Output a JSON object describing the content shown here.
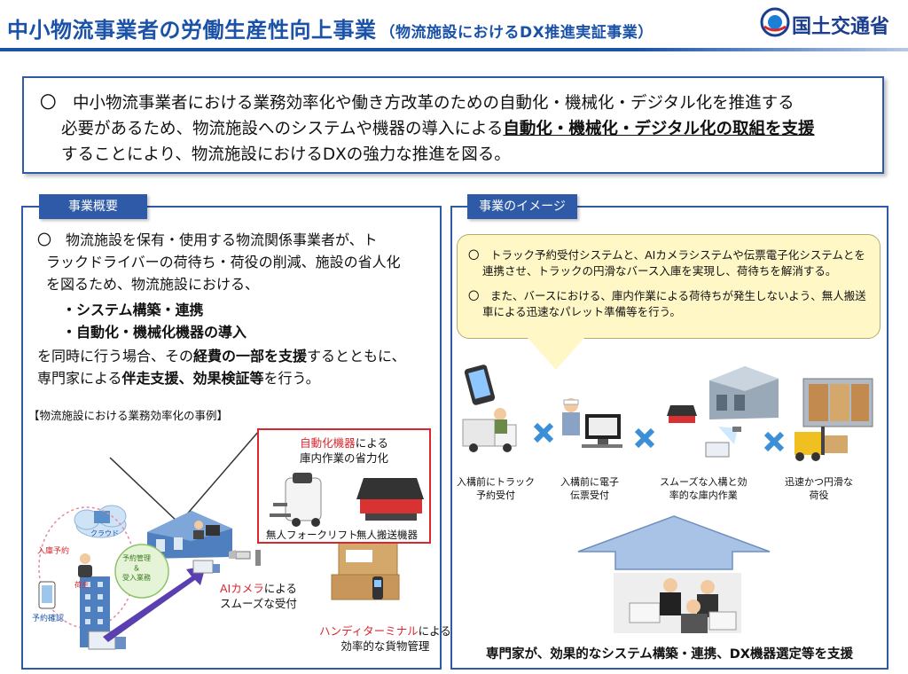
{
  "header": {
    "title": "中小物流事業者の労働生産性向上事業",
    "subtitle": "（物流施設におけるDX推進実証事業）",
    "ministry": "国土交通省"
  },
  "intro": {
    "line1": "〇　中小物流事業者における業務効率化や働き方改革のための自動化・機械化・デジタル化を推進する",
    "line2a": "必要があるため、物流施設へのシステムや機器の導入による",
    "line2b": "自動化・機械化・デジタル化の取組を支援",
    "line3": "することにより、物流施設におけるDXの強力な推進を図る。"
  },
  "overview": {
    "tag": "事業概要",
    "p1a": "〇　物流施設を保有・使用する物流関係事業者が、ト",
    "p1b": "ラックドライバーの荷待ち・荷役の削減、施設の省人化",
    "p1c": "を図るため、物流施設における、",
    "bullet1": "・システム構築・連携",
    "bullet2": "・自動化・機械化機器の導入",
    "p2a": "を同時に行う場合、その",
    "p2b": "経費の一部を支援",
    "p2c": "するとともに、",
    "p3a": "専門家による",
    "p3b": "伴走支援、効果検証等",
    "p3c": "を行う。",
    "case_title": "【物流施設における業務効率化の事例】"
  },
  "case": {
    "auto_red": "自動化機器",
    "auto_rest": "による",
    "auto_line2": "庫内作業の省力化",
    "forklift": "無人フォークリフト",
    "agv": "無人搬送機器",
    "ai_red": "AIカメラ",
    "ai_rest": "による",
    "ai_line2": "スムーズな受付",
    "handy_red": "ハンディターミナル",
    "handy_rest": "による",
    "handy_line2": "効率的な貨物管理",
    "cloud": "クラウド",
    "reservation": "入庫予約",
    "vendor": "荷主",
    "confirm": "予約確認",
    "manage1": "予約管理",
    "manage2": "＆",
    "manage3": "受入業務"
  },
  "image": {
    "tag": "事業のイメージ",
    "b1": "〇　トラック予約受付システムと、AIカメラシステムや伝票電子化システムとを連携させ、トラックの円滑なバース入庫を実現し、荷待ちを解消する。",
    "b2": "〇　また、バースにおける、庫内作業による荷待ちが発生しないよう、無人搬送車による迅速なパレット準備等を行う。",
    "s1a": "入構前にトラック",
    "s1b": "予約受付",
    "s2a": "入構前に電子",
    "s2b": "伝票受付",
    "s3a": "スムーズな入構と効",
    "s3b": "率的な庫内作業",
    "s4a": "迅速かつ円滑な",
    "s4b": "荷役",
    "bottom": "専門家が、効果的なシステム構築・連携、DX機器選定等を支援"
  },
  "colors": {
    "primary": "#2f5aa8",
    "title": "#1a52a8",
    "accent_red": "#d9272e",
    "bubble": "#fff8c6",
    "cross": "#3b8fd6"
  }
}
